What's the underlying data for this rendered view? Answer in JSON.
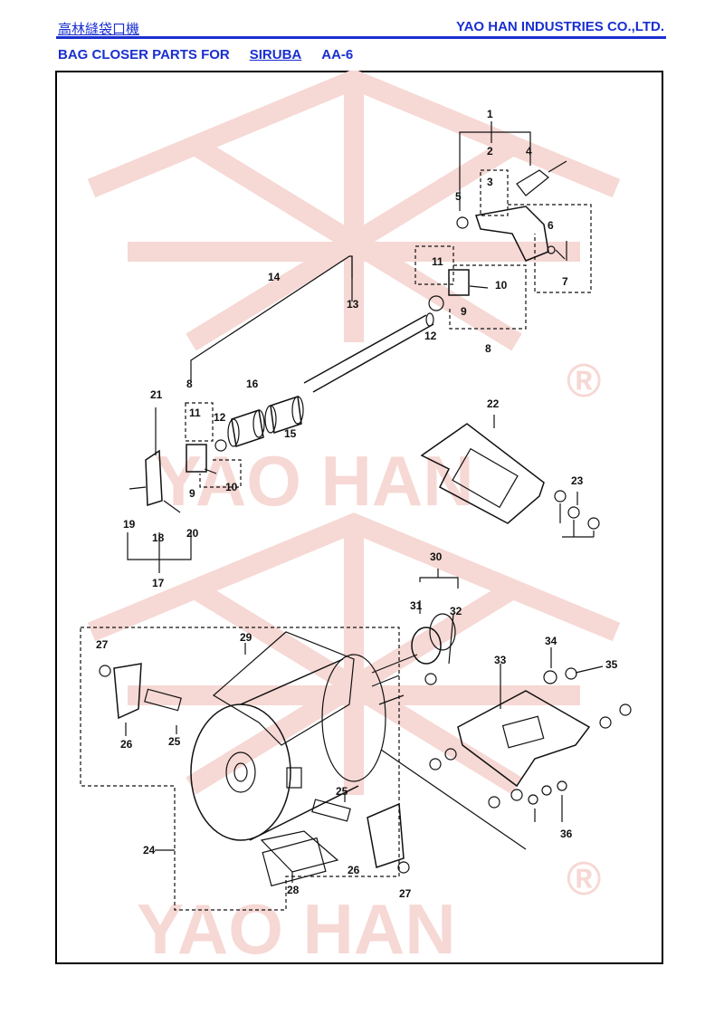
{
  "header": {
    "company_chinese": "高林縫袋口機",
    "company_english": "YAO HAN INDUSTRIES CO.,LTD."
  },
  "title": {
    "prefix": "BAG CLOSER PARTS FOR",
    "brand": "SIRUBA",
    "model": "AA-6"
  },
  "watermark": {
    "text_top": "YAO HAN",
    "text_bottom": "YAO HAN",
    "registered_mark": "®"
  },
  "callouts": [
    "1",
    "2",
    "3",
    "4",
    "5",
    "6",
    "7",
    "8",
    "9",
    "10",
    "11",
    "12",
    "13",
    "14",
    "15",
    "16",
    "17",
    "18",
    "19",
    "20",
    "21",
    "22",
    "23",
    "24",
    "25",
    "26",
    "27",
    "28",
    "29",
    "30",
    "31",
    "32",
    "33",
    "34",
    "35",
    "36"
  ],
  "colors": {
    "accent": "#1a2fd0",
    "watermark": "#f6d8d4",
    "line": "#111111"
  }
}
